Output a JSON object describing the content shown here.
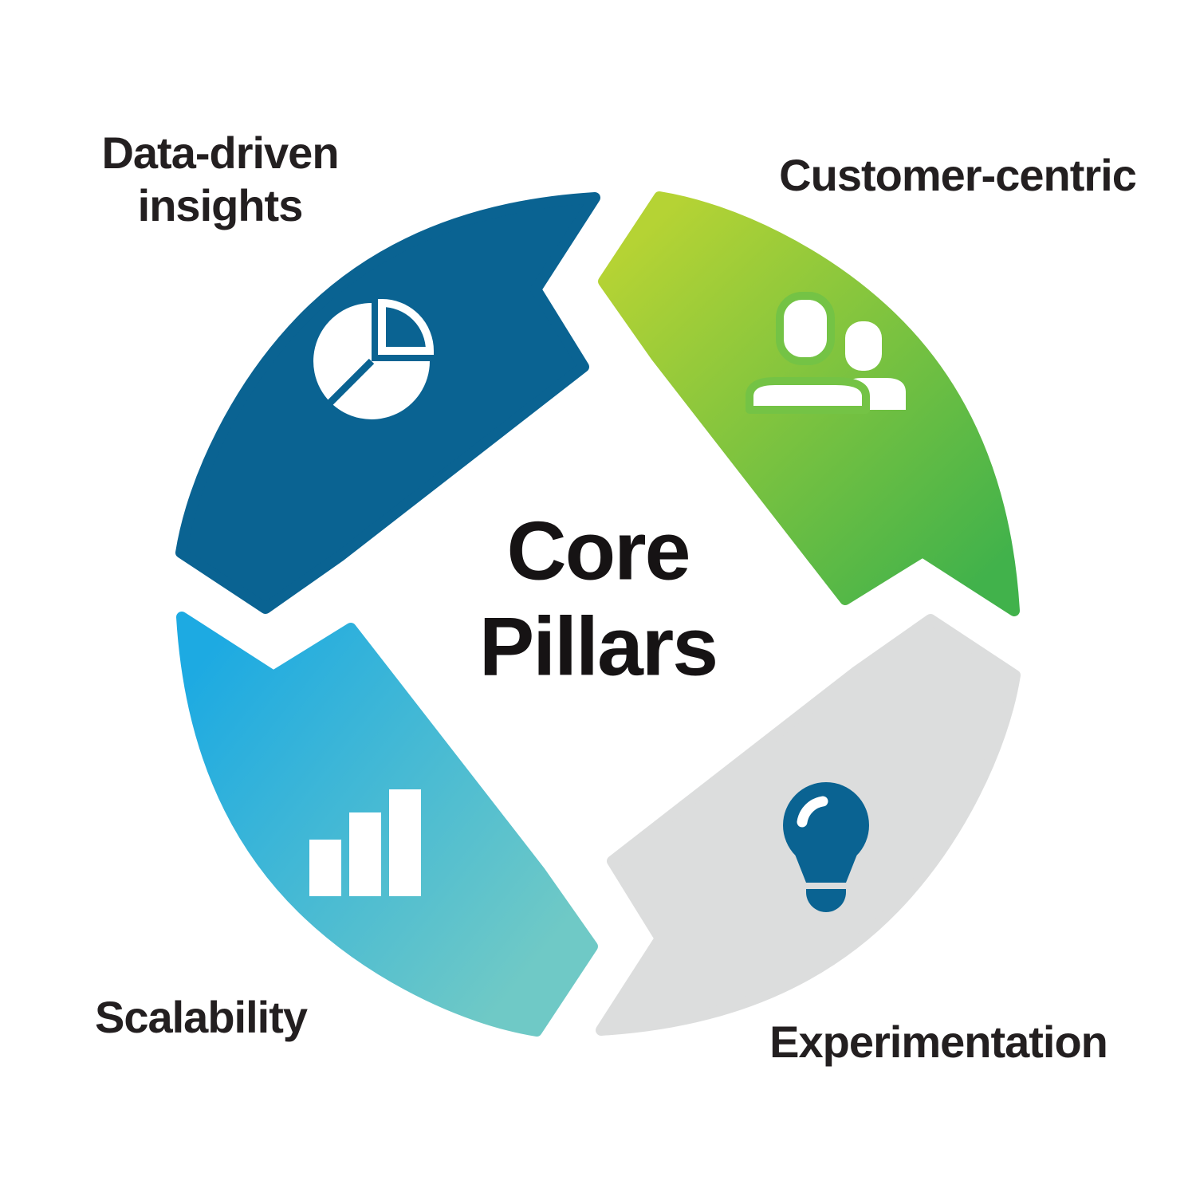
{
  "diagram": {
    "title": "Core Pillars",
    "background_color": "#ffffff",
    "text_color": "#231f20",
    "flow_direction": "counterclockwise",
    "pillars": [
      {
        "id": "data-driven-insights",
        "label": "Data-driven insights",
        "position": "top-left",
        "icon": "pie-chart-icon",
        "color": "#0a6392",
        "icon_color": "#ffffff"
      },
      {
        "id": "customer-centric",
        "label": "Customer-centric",
        "position": "top-right",
        "icon": "two-users-icon",
        "gradient": {
          "from": "#b5d334",
          "to": "#41b24b"
        },
        "icon_color": "#ffffff",
        "icon_outline_color": "#74c345"
      },
      {
        "id": "scalability",
        "label": "Scalability",
        "position": "bottom-left",
        "icon": "bar-chart-icon",
        "gradient": {
          "from": "#1daae2",
          "to": "#6fc9c6"
        },
        "icon_color": "#ffffff"
      },
      {
        "id": "experimentation",
        "label": "Experimentation",
        "position": "bottom-right",
        "icon": "lightbulb-icon",
        "color": "#dcdddd",
        "icon_color": "#0a6392",
        "icon_highlight_color": "#ffffff"
      }
    ]
  }
}
